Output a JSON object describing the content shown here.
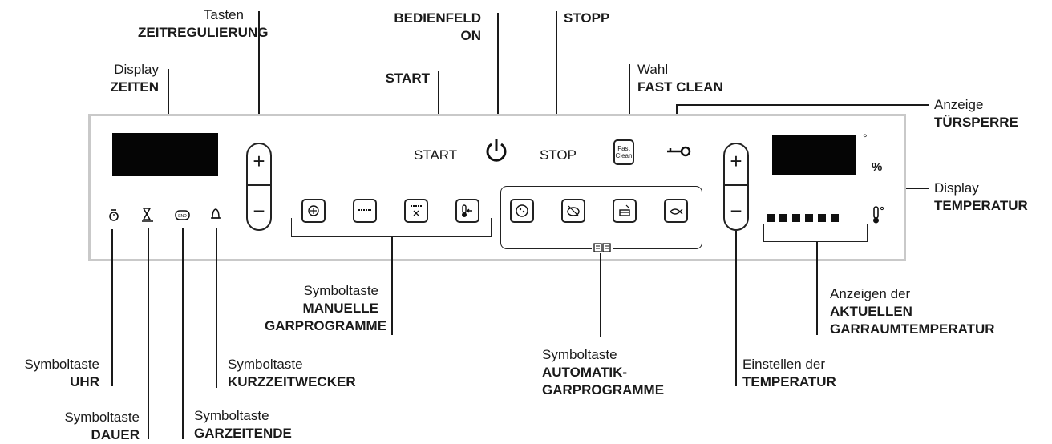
{
  "labels": {
    "tasten": {
      "line1": "Tasten",
      "line2": "ZEITREGULIERUNG"
    },
    "display_zeiten": {
      "line1": "Display",
      "line2": "ZEITEN"
    },
    "bedienfeld": {
      "line1": "BEDIENFELD",
      "line2": "ON"
    },
    "start": {
      "line1": "START"
    },
    "stopp": {
      "line1": "STOPP"
    },
    "fast_clean": {
      "line1": "Wahl",
      "line2": "FAST CLEAN"
    },
    "tuersperre": {
      "line1": "Anzeige",
      "line2": "TÜRSPERRE"
    },
    "display_temp": {
      "line1": "Display",
      "line2": "TEMPERATUR"
    },
    "aktuelle_temp": {
      "line1": "Anzeigen der",
      "line2": "AKTUELLEN",
      "line3": "GARRAUMTEMPERATUR"
    },
    "manuelle": {
      "line1": "Symboltaste",
      "line2": "MANUELLE",
      "line3": "GARPROGRAMME"
    },
    "automatik": {
      "line1": "Symboltaste",
      "line2": "AUTOMATIK-",
      "line3": "GARPROGRAMME"
    },
    "einstellen": {
      "line1": "Einstellen der",
      "line2": "TEMPERATUR"
    },
    "uhr": {
      "line1": "Symboltaste",
      "line2": "UHR"
    },
    "dauer": {
      "line1": "Symboltaste",
      "line2": "DAUER"
    },
    "garzeitende": {
      "line1": "Symboltaste",
      "line2": "GARZEITENDE"
    },
    "kurzzeitwecker": {
      "line1": "Symboltaste",
      "line2": "KURZZEITWECKER"
    }
  },
  "panel": {
    "start_text": "START",
    "stop_text": "STOP",
    "fast_clean_key": "Fast Clean",
    "degree_symbol": "°",
    "percent_symbol": "%",
    "plus": "+",
    "minus": "−",
    "temperature_bar_segments": 6
  }
}
